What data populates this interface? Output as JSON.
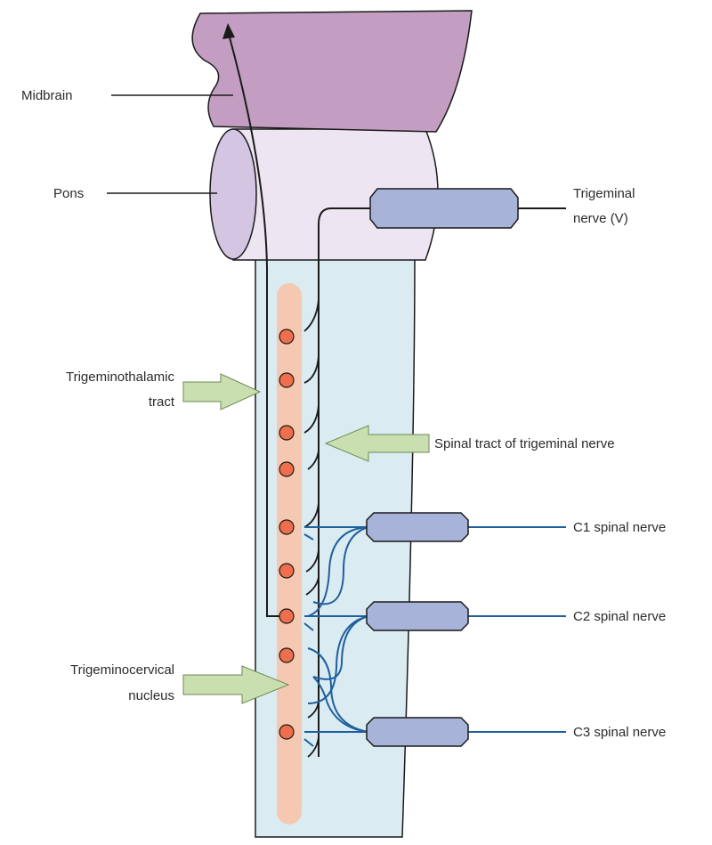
{
  "labels": {
    "midbrain": "Midbrain",
    "pons": "Pons",
    "trigeminal_nerve_line1": "Trigeminal",
    "trigeminal_nerve_line2": "nerve (V)",
    "trigeminothalamic_line1": "Trigeminothalamic",
    "trigeminothalamic_line2": "tract",
    "spinal_tract": "Spinal tract of trigeminal nerve",
    "c1": "C1 spinal nerve",
    "c2": "C2 spinal nerve",
    "c3": "C3 spinal nerve",
    "trigeminocervical_line1": "Trigeminocervical",
    "trigeminocervical_line2": "nucleus"
  },
  "colors": {
    "midbrain": "#c49ec2",
    "pons": "#ede6f2",
    "pons_end": "#d4c5e3",
    "cord": "#daecf2",
    "nucleus_column": "#f5c8b2",
    "neuron": "#ef6e4c",
    "nerve_root": "#a7b3d9",
    "spinal_nerve_line": "#1f5f9e",
    "callout_arrow": "#c9dfb0",
    "outline": "#1a1a1a"
  }
}
